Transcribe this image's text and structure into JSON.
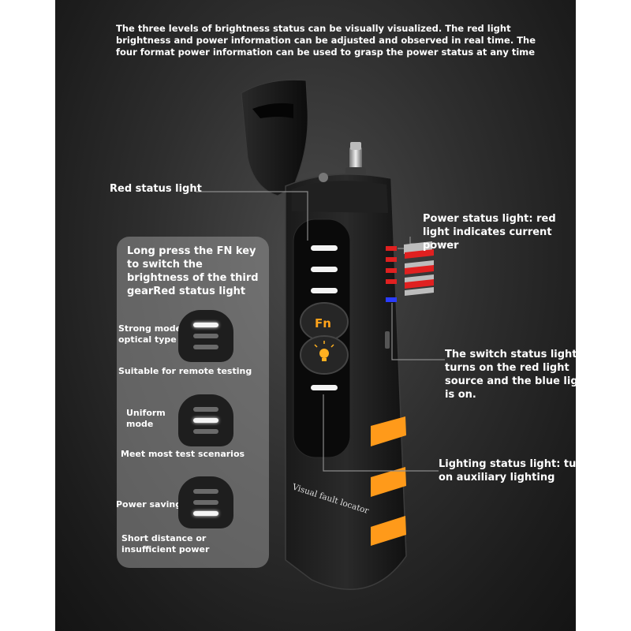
{
  "intro_text": "The three levels of brightness status can be visually visualized. The red light brightness and power information can be adjusted and observed in real time. The four format power information can be used to grasp the power status at any time",
  "labels": {
    "red_status_light": "Red status light",
    "power_status_light": "Power status light: red light indicates current power",
    "switch_status_light": "The switch status light turns on the red light source and the blue light is on.",
    "lighting_status_light": "Lighting status light: turn on auxiliary lighting"
  },
  "modes_panel": {
    "heading": "Long press the FN key to switch the brightness of the third gearRed status light",
    "modes": [
      {
        "name": "Strong mode optical type",
        "use": "Suitable for remote testing",
        "active_bar": 1
      },
      {
        "name": "Uniform mode",
        "use": "Meet most test scenarios",
        "active_bar": 2
      },
      {
        "name": "Power saving",
        "use": "Short distance or insufficient power",
        "active_bar": 3
      }
    ]
  },
  "device": {
    "fn_label": "Fn",
    "body_text": "Visual fault locator",
    "accent_color": "#ff9a1a",
    "red_led": "#e02020",
    "blue_led": "#2a3cff"
  }
}
